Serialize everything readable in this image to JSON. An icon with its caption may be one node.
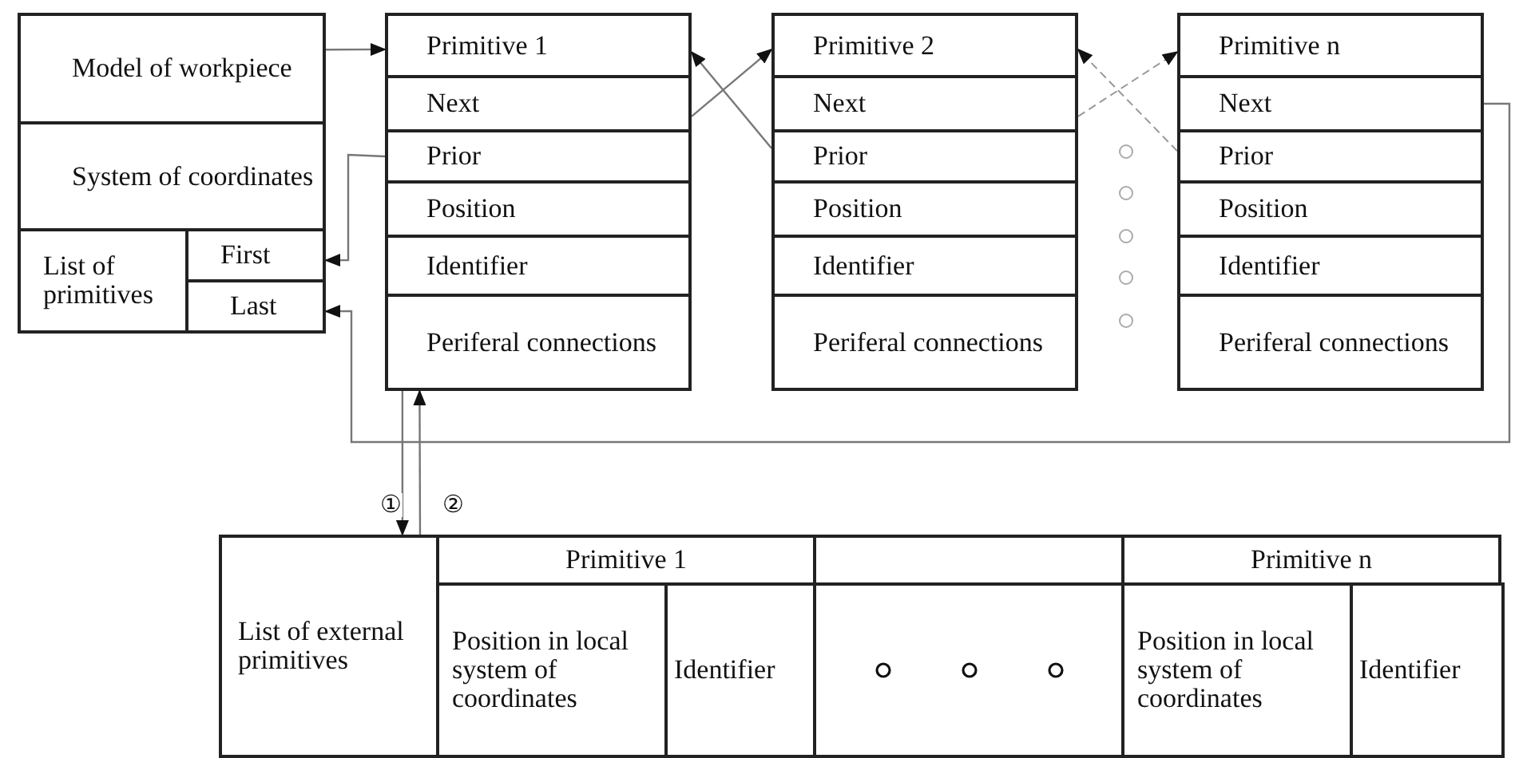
{
  "diagram": {
    "nodes": [
      {
        "text": [
          "Model of workpiece"
        ]
      },
      {
        "text": [
          "System of coordinates"
        ]
      },
      {
        "text": [
          "List of primitives"
        ]
      },
      {
        "text": [
          "First"
        ]
      },
      {
        "text": [
          "Last"
        ]
      },
      {
        "text": [
          "Primitive  1"
        ]
      },
      {
        "text": [
          "Next"
        ]
      },
      {
        "text": [
          "Prior"
        ]
      },
      {
        "text": [
          "Position"
        ]
      },
      {
        "text": [
          "Identifier"
        ]
      },
      {
        "text": [
          "Periferal connections"
        ]
      },
      {
        "text": [
          "Primitive  2"
        ]
      },
      {
        "text": [
          "Next"
        ]
      },
      {
        "text": [
          "Prior"
        ]
      },
      {
        "text": [
          "Position"
        ]
      },
      {
        "text": [
          "Identifier"
        ]
      },
      {
        "text": [
          "Periferal connections"
        ]
      },
      {
        "text": [
          "Primitive  n"
        ]
      },
      {
        "text": [
          "Next"
        ]
      },
      {
        "text": [
          "Prior"
        ]
      },
      {
        "text": [
          "Position"
        ]
      },
      {
        "text": [
          "Identifier"
        ]
      },
      {
        "text": [
          "Periferal connections"
        ]
      },
      {
        "text": [
          "List of external primitives"
        ]
      },
      {
        "text": [
          "Primitive  1"
        ]
      },
      {
        "text": [
          "Position in local system of coordinates"
        ]
      },
      {
        "text": [
          "Identifier"
        ]
      },
      {
        "text": [],
        "shape": "box"
      },
      {
        "text": [],
        "shape": "box"
      },
      {
        "text": [
          "Primitive  n"
        ]
      },
      {
        "text": [
          "Position in local system of coordinates"
        ]
      },
      {
        "text": [
          "Identifier"
        ]
      }
    ],
    "edges": [
      {
        "from": 0,
        "to": 5,
        "arrow": "to"
      },
      {
        "from": 7,
        "to": 3,
        "arrow": "to"
      },
      {
        "from": 6,
        "to": 11,
        "arrow": "to"
      },
      {
        "from": 13,
        "to": 5,
        "arrow": "to"
      },
      {
        "from": 12,
        "to": 17,
        "arrow": "to",
        "style": "dashed"
      },
      {
        "from": 19,
        "to": 11,
        "arrow": "to",
        "style": "dashed"
      },
      {
        "from": 18,
        "to": 4,
        "arrow": "to"
      },
      {
        "from": 10,
        "to": 23,
        "arrow": "to",
        "label": "①"
      },
      {
        "from": 23,
        "to": 10,
        "arrow": "to",
        "label": "②"
      }
    ]
  }
}
